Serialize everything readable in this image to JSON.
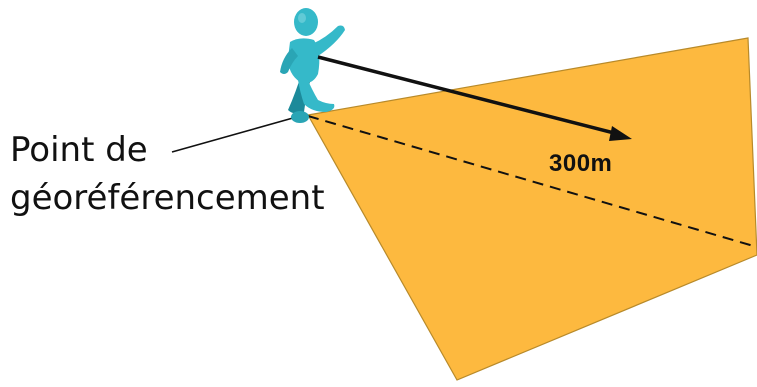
{
  "diagram": {
    "georef_label_line1": "Point de",
    "georef_label_line2": "géoréférencement",
    "distance_label": "300m"
  },
  "colors": {
    "area_fill": "#FDB93F",
    "area_stroke": "#B88A2A",
    "arrow": "#111111",
    "dashed_line": "#111111",
    "figure_body": "#35B9C9",
    "figure_shadow": "#1C8A9A",
    "label_text": "#111111"
  },
  "icons": {
    "figure": "stick-person-icon"
  }
}
